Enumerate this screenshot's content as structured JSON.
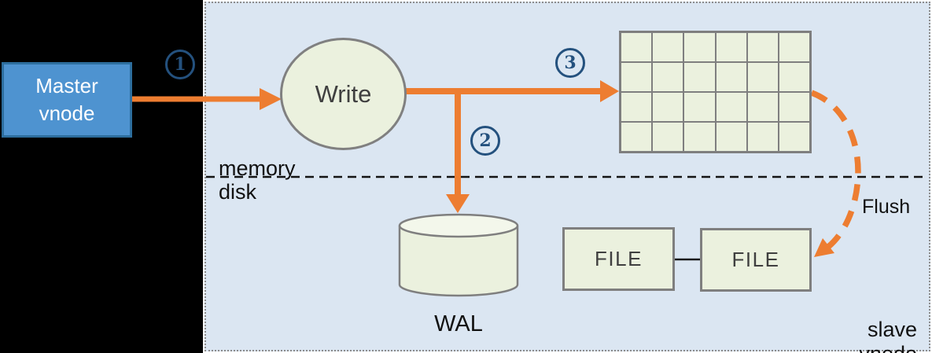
{
  "master_node": {
    "line1": "Master",
    "line2": "vnode"
  },
  "write_node": {
    "label": "Write"
  },
  "badges": {
    "step1": "1",
    "step2": "2",
    "step3": "3"
  },
  "zones": {
    "memory": "memory",
    "disk": "disk"
  },
  "memory_table": {
    "rows": 4,
    "cols": 6
  },
  "wal": {
    "label": "WAL"
  },
  "files": {
    "left": "FILE",
    "right": "FILE"
  },
  "flush": {
    "label": "Flush"
  },
  "panel": {
    "label": "slave vnode"
  },
  "colors": {
    "accent_orange": "#ed7d31",
    "panel_bg": "#dbe6f2",
    "node_green": "#ebf1de",
    "master_blue": "#4e93d0",
    "master_border": "#2d6e9e",
    "badge_navy": "#24517e",
    "border_gray": "#7f7f7f",
    "background": "#000000"
  }
}
